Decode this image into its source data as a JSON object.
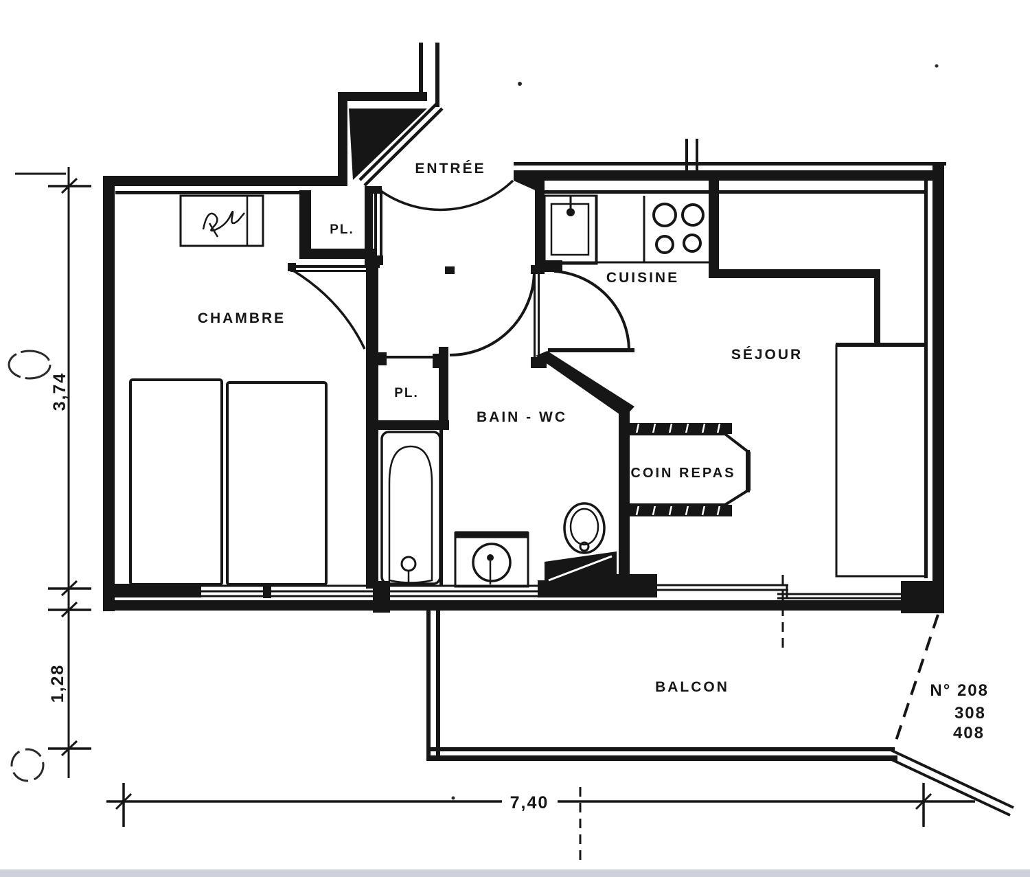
{
  "plan": {
    "rooms": {
      "entree": "ENTRÉE",
      "chambre": "CHAMBRE",
      "placard_entree": "PL.",
      "placard_couloir": "PL.",
      "cuisine": "CUISINE",
      "sejour": "SÉJOUR",
      "bain_wc": "BAIN - WC",
      "coin_repas": "COIN REPAS",
      "balcon": "BALCON"
    },
    "dimensions": {
      "hauteur_sejour": "3,74",
      "profondeur_balcon": "1,28",
      "largeur_totale": "7,40"
    },
    "apartment_numbers": {
      "line1": "N° 208",
      "line2": "308",
      "line3": "408"
    },
    "colors": {
      "ink": "#161616",
      "paper": "#ffffff",
      "footer_strip": "#ccd1da"
    }
  }
}
